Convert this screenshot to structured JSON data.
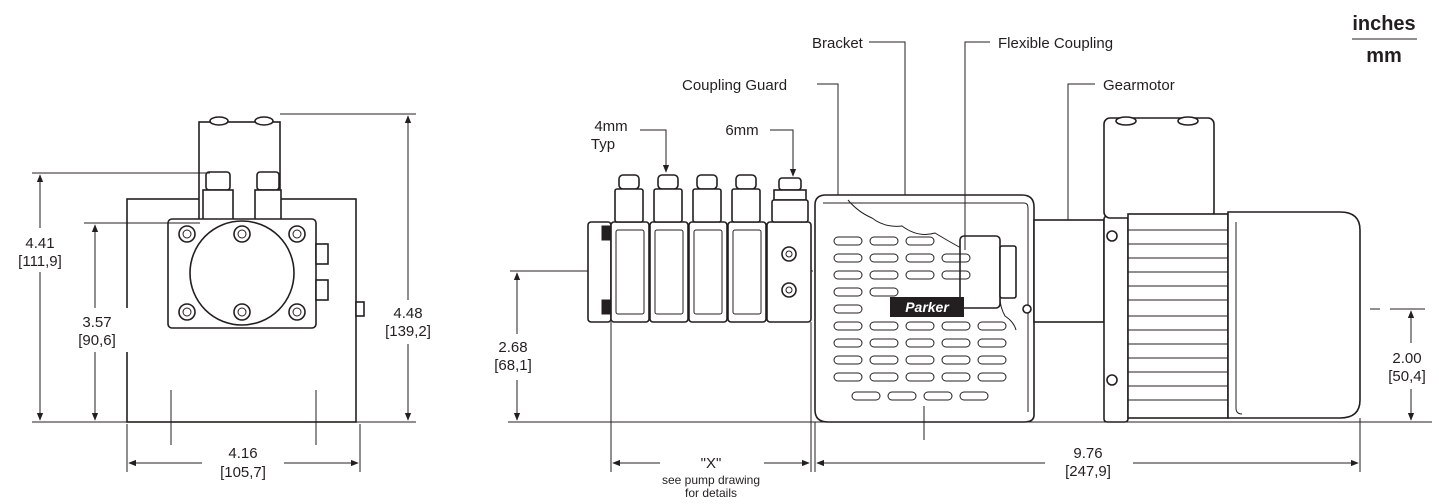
{
  "units": {
    "top": "inches",
    "bottom": "mm"
  },
  "callouts": {
    "bracket": "Bracket",
    "flexible_coupling": "Flexible Coupling",
    "coupling_guard": "Coupling Guard",
    "gearmotor": "Gearmotor",
    "fitting_4mm": "4mm",
    "fitting_4mm_typ": "Typ",
    "fitting_6mm": "6mm"
  },
  "brand": "Parker",
  "dimensions": {
    "side_height_411": {
      "in": "4.41",
      "mm": "[111,9]"
    },
    "side_height_357": {
      "in": "3.57",
      "mm": "[90,6]"
    },
    "side_height_448": {
      "in": "4.48",
      "mm": "[139,2]"
    },
    "side_width_416": {
      "in": "4.16",
      "mm": "[105,7]"
    },
    "front_height_268": {
      "in": "2.68",
      "mm": "[68,1]"
    },
    "front_height_200": {
      "in": "2.00",
      "mm": "[50,4]"
    },
    "front_length_976": {
      "in": "9.76",
      "mm": "[247,9]"
    },
    "front_x": {
      "label": "\"X\"",
      "note_line1": "see pump drawing",
      "note_line2": "for details"
    }
  }
}
